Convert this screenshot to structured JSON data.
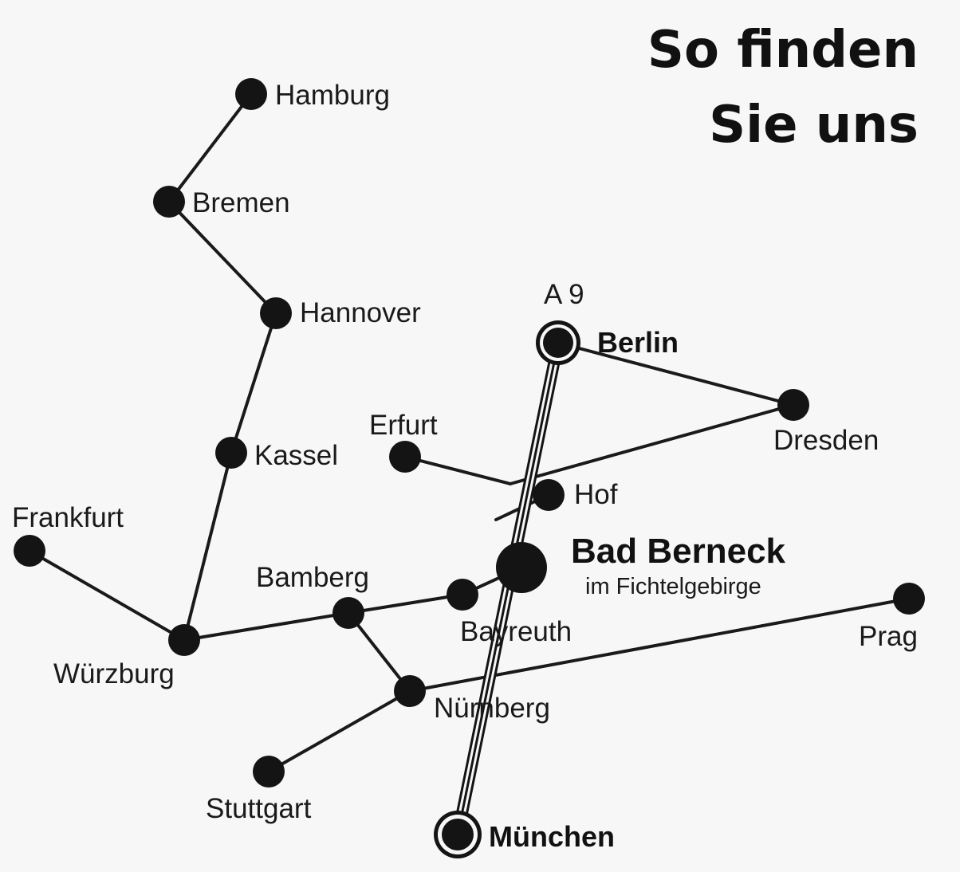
{
  "heading": {
    "line1": "So finden",
    "line2": "Sie uns"
  },
  "highway": {
    "label": "A 9"
  },
  "destination": {
    "name": "Bad Berneck",
    "subtitle": "im Fichtelgebirge"
  },
  "cities": {
    "hamburg": "Hamburg",
    "bremen": "Bremen",
    "hannover": "Hannover",
    "kassel": "Kassel",
    "frankfurt": "Frankfurt",
    "wuerzburg": "Würzburg",
    "bamberg": "Bamberg",
    "bayreuth": "Bayreuth",
    "nuernberg": "Nürnberg",
    "stuttgart": "Stuttgart",
    "muenchen": "München",
    "berlin": "Berlin",
    "dresden": "Dresden",
    "erfurt": "Erfurt",
    "hof": "Hof",
    "prag": "Prag"
  },
  "colors": {
    "ink": "#141414",
    "paper": "#f7f7f7"
  }
}
